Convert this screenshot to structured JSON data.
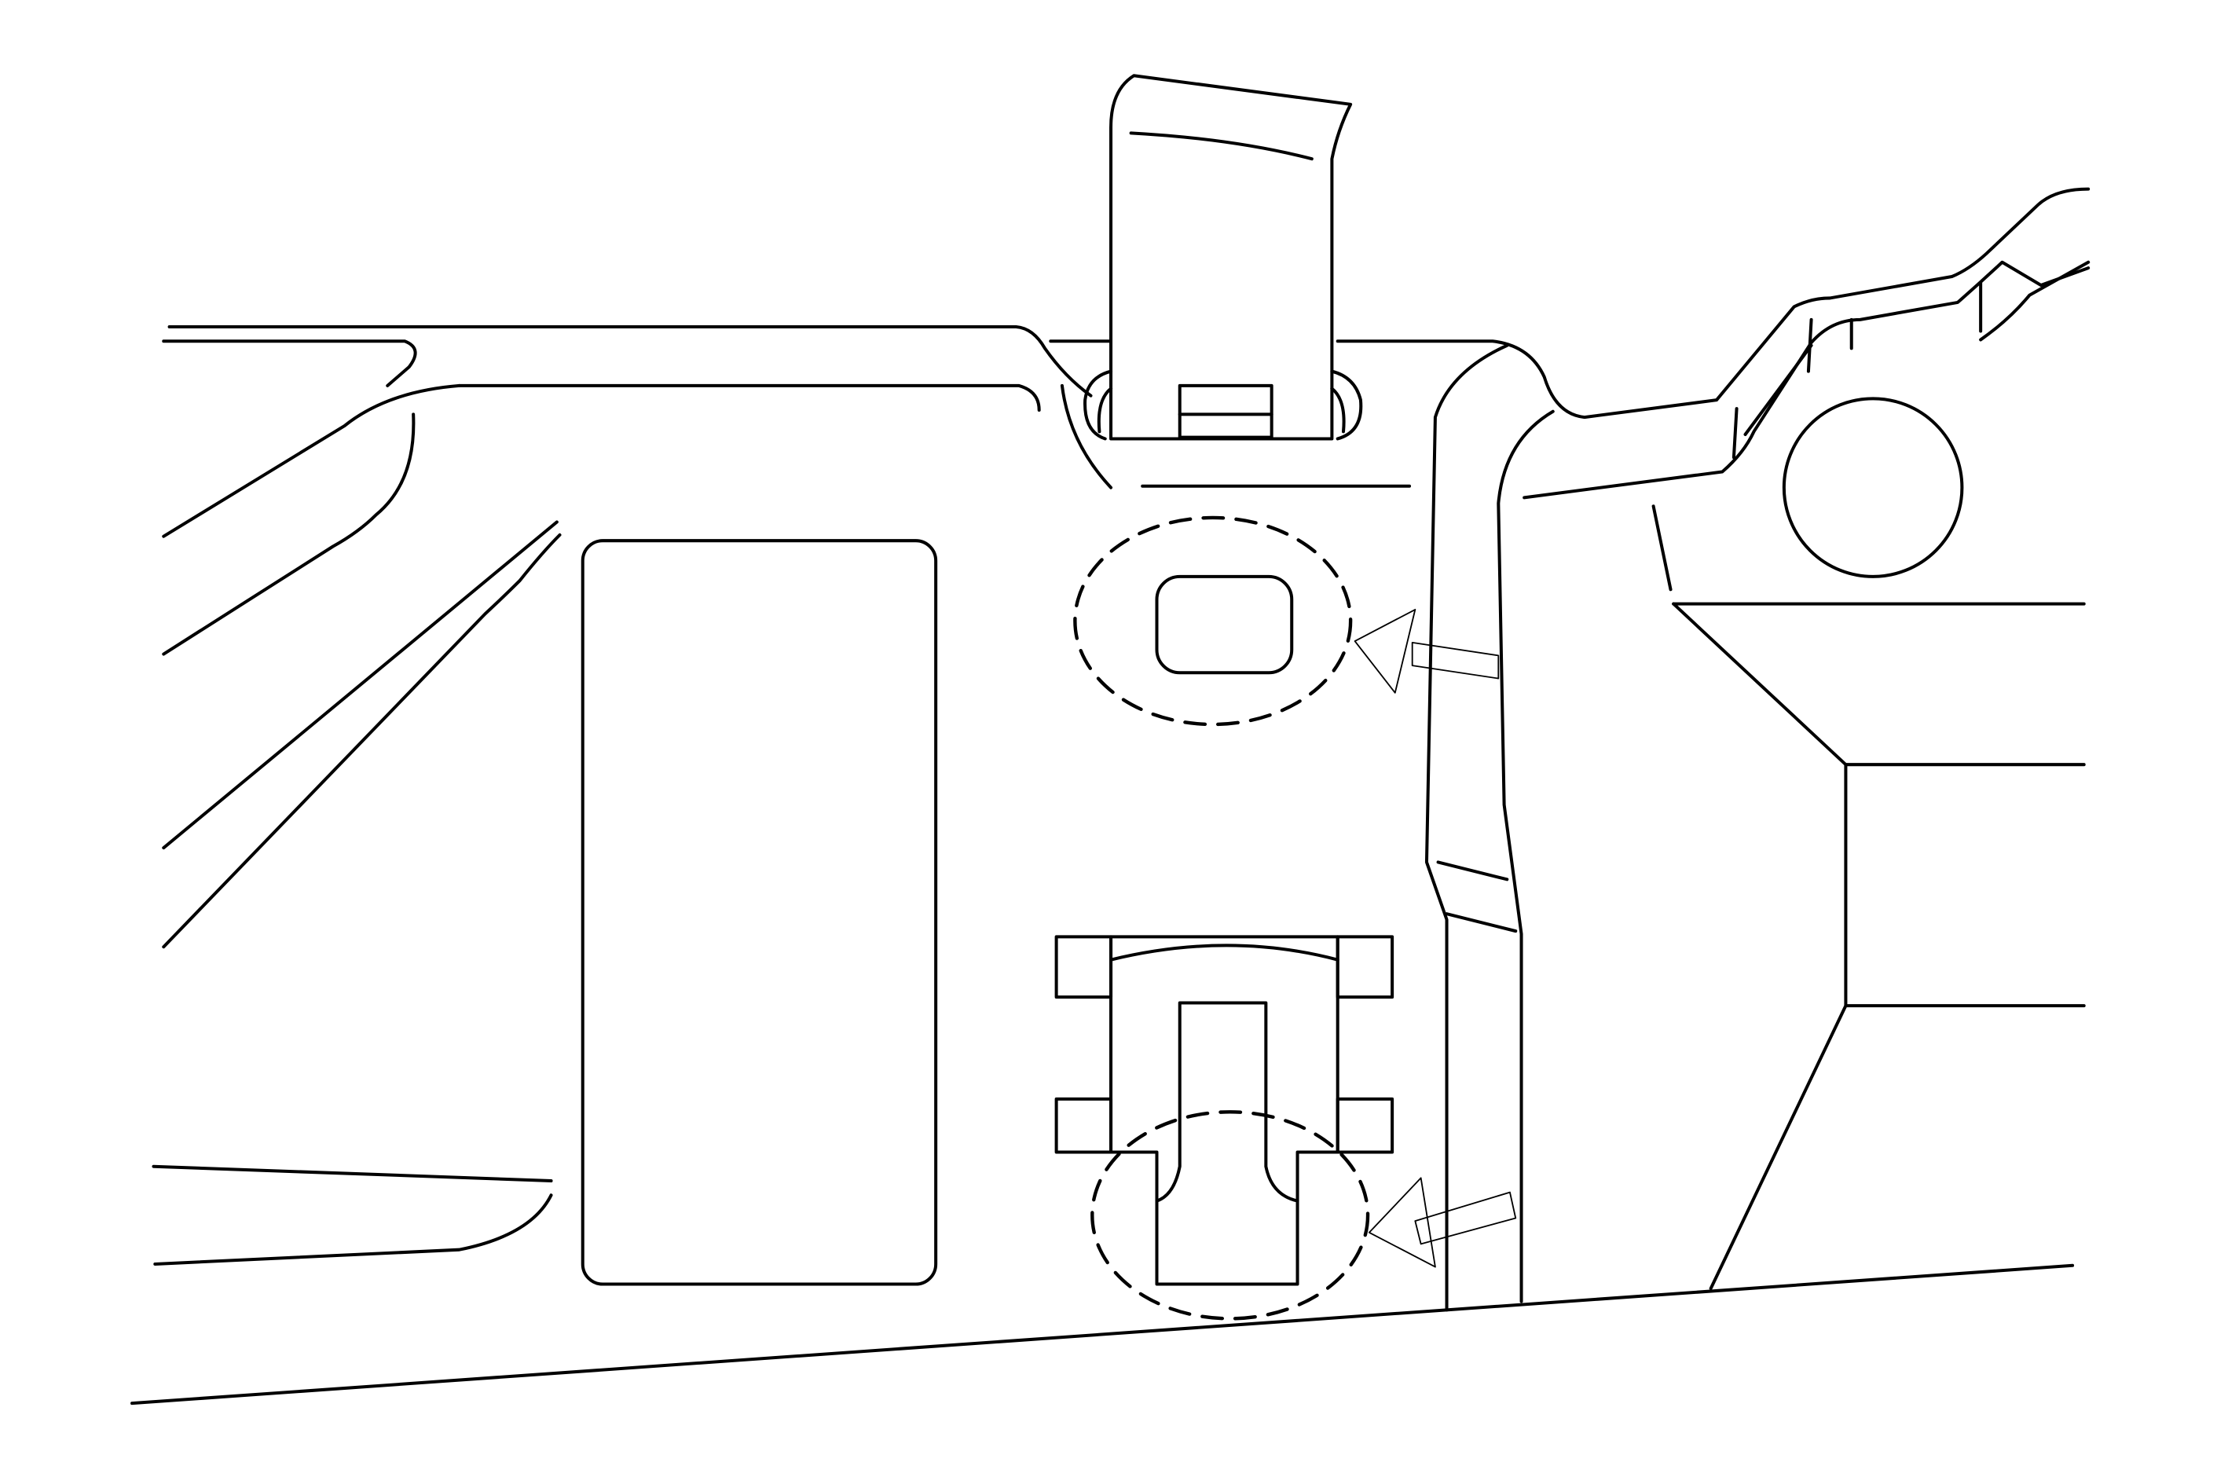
{
  "diagram": {
    "style": "black-and-white line illustration",
    "colors": {
      "background": "#ffffff",
      "line": "#000000",
      "arrow_fill": "#000000"
    },
    "parts": [
      "main-panel",
      "top-tab-clip",
      "rectangular-opening",
      "square-slot",
      "u-shaped-retainer-clip",
      "round-hole",
      "vertical-rib",
      "bracket-right"
    ],
    "callouts": [
      {
        "name": "upper-callout",
        "marks": "square-slot",
        "style": "dashed ellipse"
      },
      {
        "name": "lower-callout",
        "marks": "u-shaped-retainer-clip",
        "style": "dashed ellipse"
      }
    ],
    "arrows": [
      {
        "name": "upper-arrow",
        "points_to": "upper-callout"
      },
      {
        "name": "lower-arrow",
        "points_to": "lower-callout"
      }
    ],
    "text_labels": []
  }
}
